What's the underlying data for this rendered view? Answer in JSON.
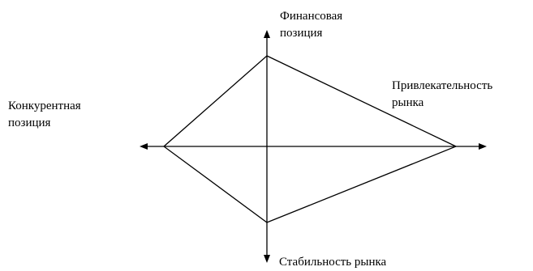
{
  "diagram": {
    "axes": {
      "top": {
        "line1": "Финансовая",
        "line2": "позиция"
      },
      "right": {
        "line1": "Привлекательность",
        "line2": "рынка"
      },
      "left": {
        "line1": "Конкурентная",
        "line2": "позиция"
      },
      "bottom": {
        "line1": "Стабильность рынка"
      }
    },
    "colors": {
      "line": "#000000",
      "background": "#ffffff"
    }
  }
}
